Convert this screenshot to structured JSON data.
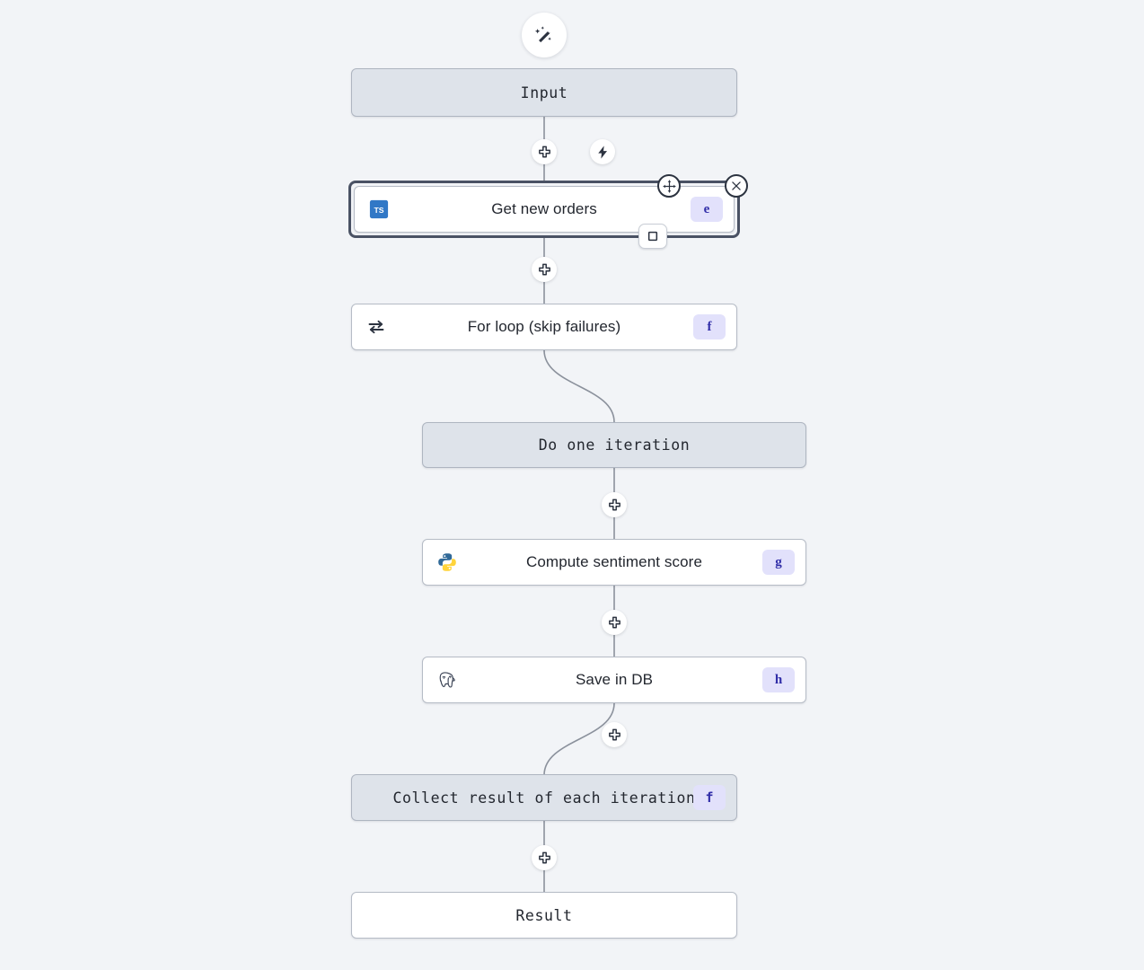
{
  "canvas": {
    "background_color": "#f2f4f7",
    "edge_color": "#8b919c"
  },
  "theme": {
    "node_shaded_bg": "#dee3ea",
    "node_plain_bg": "#ffffff",
    "node_border": "#b6bcc6",
    "badge_bg": "#e2e1fb",
    "badge_text": "#312ea8",
    "selection_border": "#4a5264",
    "typescript_blue": "#3178c6",
    "python_blue": "#306998",
    "python_yellow": "#ffd43b"
  },
  "toolbar": {
    "ai_assistant_label": "ai-assistant"
  },
  "nodes": [
    {
      "id": "input",
      "label": "Input",
      "style": "shaded",
      "font": "mono",
      "icon": null,
      "badge": null
    },
    {
      "id": "get-new-orders",
      "label": "Get new orders",
      "style": "plain",
      "font": "sans",
      "icon": "typescript-icon",
      "badge": "e",
      "selected": true
    },
    {
      "id": "for-loop",
      "label": "For loop (skip failures)",
      "style": "plain",
      "font": "sans",
      "icon": "loop-icon",
      "badge": "f"
    },
    {
      "id": "do-one-iteration",
      "label": "Do one iteration",
      "style": "shaded",
      "font": "mono",
      "icon": null,
      "badge": null
    },
    {
      "id": "compute-sentiment-score",
      "label": "Compute sentiment score",
      "style": "plain",
      "font": "sans",
      "icon": "python-icon",
      "badge": "g"
    },
    {
      "id": "save-in-db",
      "label": "Save in DB",
      "style": "plain",
      "font": "sans",
      "icon": "postgresql-icon",
      "badge": "h"
    },
    {
      "id": "collect-result",
      "label": "Collect result of each iteration",
      "style": "shaded",
      "font": "mono",
      "icon": null,
      "badge": "f"
    },
    {
      "id": "result",
      "label": "Result",
      "style": "plain",
      "font": "mono",
      "icon": null,
      "badge": null
    }
  ],
  "controls": {
    "add_step_label": "+",
    "trigger_label": "trigger",
    "move_label": "move",
    "close_label": "close",
    "stop_label": "stop"
  }
}
